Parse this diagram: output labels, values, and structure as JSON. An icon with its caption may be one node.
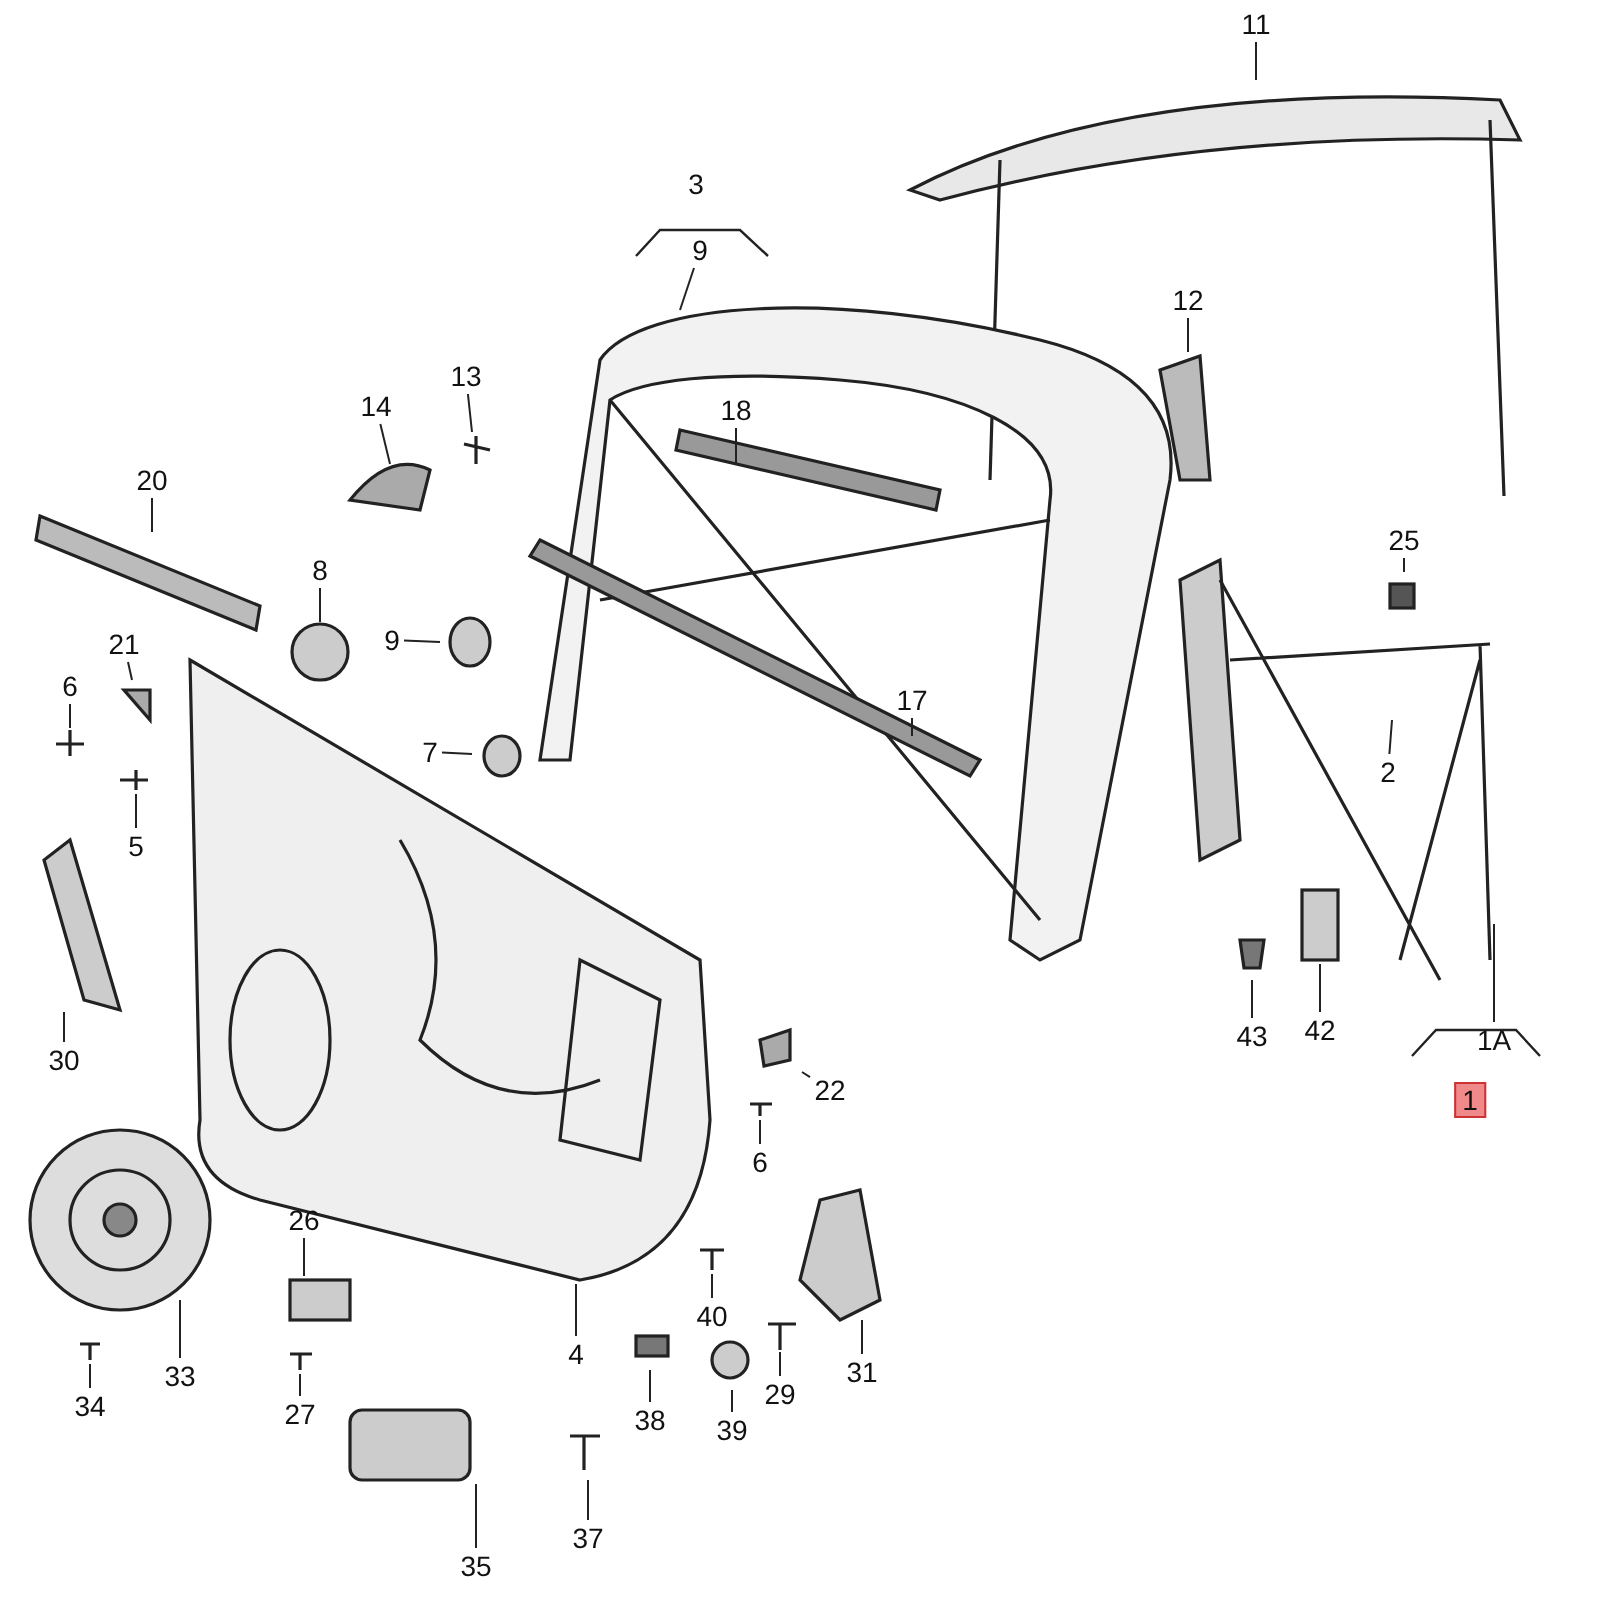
{
  "diagram": {
    "nodes": [
      {
        "text": [
          "11"
        ]
      },
      {
        "text": [
          "9"
        ]
      },
      {
        "text": [
          "12"
        ]
      },
      {
        "text": [
          "13"
        ]
      },
      {
        "text": [
          "14"
        ]
      },
      {
        "text": [
          "18"
        ]
      },
      {
        "text": [
          "20"
        ]
      },
      {
        "text": [
          "25"
        ]
      },
      {
        "text": [
          "8"
        ]
      },
      {
        "text": [
          "9"
        ]
      },
      {
        "text": [
          "21"
        ]
      },
      {
        "text": [
          "6"
        ]
      },
      {
        "text": [
          "17"
        ]
      },
      {
        "text": [
          "2"
        ]
      },
      {
        "text": [
          "7"
        ]
      },
      {
        "text": [
          "5"
        ]
      },
      {
        "text": [
          "30"
        ]
      },
      {
        "text": [
          "43"
        ]
      },
      {
        "text": [
          "42"
        ]
      },
      {
        "text": [
          "1A"
        ]
      },
      {
        "text": [
          "22"
        ]
      },
      {
        "text": [
          "6"
        ]
      },
      {
        "text": [
          "26"
        ]
      },
      {
        "text": [
          "40"
        ]
      },
      {
        "text": [
          "29"
        ]
      },
      {
        "text": [
          "31"
        ]
      },
      {
        "text": [
          "33"
        ]
      },
      {
        "text": [
          "34"
        ]
      },
      {
        "text": [
          "27"
        ]
      },
      {
        "text": [
          "4"
        ]
      },
      {
        "text": [
          "38"
        ]
      },
      {
        "text": [
          "39"
        ]
      },
      {
        "text": [
          "35"
        ]
      },
      {
        "text": [
          "37"
        ]
      }
    ],
    "edges": [
      {
        "from": 0,
        "to": null,
        "arrow": "none"
      },
      {
        "from": 1,
        "to": null,
        "arrow": "none"
      },
      {
        "from": 2,
        "to": null,
        "arrow": "none"
      },
      {
        "from": 3,
        "to": null,
        "arrow": "none"
      },
      {
        "from": 4,
        "to": null,
        "arrow": "none"
      },
      {
        "from": 5,
        "to": null,
        "arrow": "none"
      },
      {
        "from": 6,
        "to": null,
        "arrow": "none"
      },
      {
        "from": 7,
        "to": null,
        "arrow": "none"
      },
      {
        "from": 8,
        "to": null,
        "arrow": "none"
      },
      {
        "from": 9,
        "to": null,
        "arrow": "none"
      },
      {
        "from": 10,
        "to": null,
        "arrow": "none"
      },
      {
        "from": 11,
        "to": null,
        "arrow": "none"
      },
      {
        "from": 12,
        "to": null,
        "arrow": "none"
      },
      {
        "from": 13,
        "to": null,
        "arrow": "none"
      },
      {
        "from": 14,
        "to": null,
        "arrow": "none"
      },
      {
        "from": 15,
        "to": null,
        "arrow": "none"
      },
      {
        "from": 16,
        "to": null,
        "arrow": "none"
      },
      {
        "from": 17,
        "to": null,
        "arrow": "none"
      },
      {
        "from": 18,
        "to": null,
        "arrow": "none"
      },
      {
        "from": 19,
        "to": null,
        "arrow": "none"
      },
      {
        "from": 20,
        "to": null,
        "arrow": "none"
      },
      {
        "from": 21,
        "to": null,
        "arrow": "none"
      },
      {
        "from": 22,
        "to": null,
        "arrow": "none"
      },
      {
        "from": 23,
        "to": null,
        "arrow": "none"
      },
      {
        "from": 24,
        "to": null,
        "arrow": "none"
      },
      {
        "from": 25,
        "to": null,
        "arrow": "none"
      },
      {
        "from": 26,
        "to": null,
        "arrow": "none"
      },
      {
        "from": 27,
        "to": null,
        "arrow": "none"
      },
      {
        "from": 28,
        "to": null,
        "arrow": "none"
      },
      {
        "from": 29,
        "to": null,
        "arrow": "none"
      },
      {
        "from": 30,
        "to": null,
        "arrow": "none"
      },
      {
        "from": 31,
        "to": null,
        "arrow": "none"
      },
      {
        "from": 32,
        "to": null,
        "arrow": "none"
      },
      {
        "from": 33,
        "to": null,
        "arrow": "none"
      }
    ],
    "labels": [
      "3",
      "1"
    ]
  }
}
